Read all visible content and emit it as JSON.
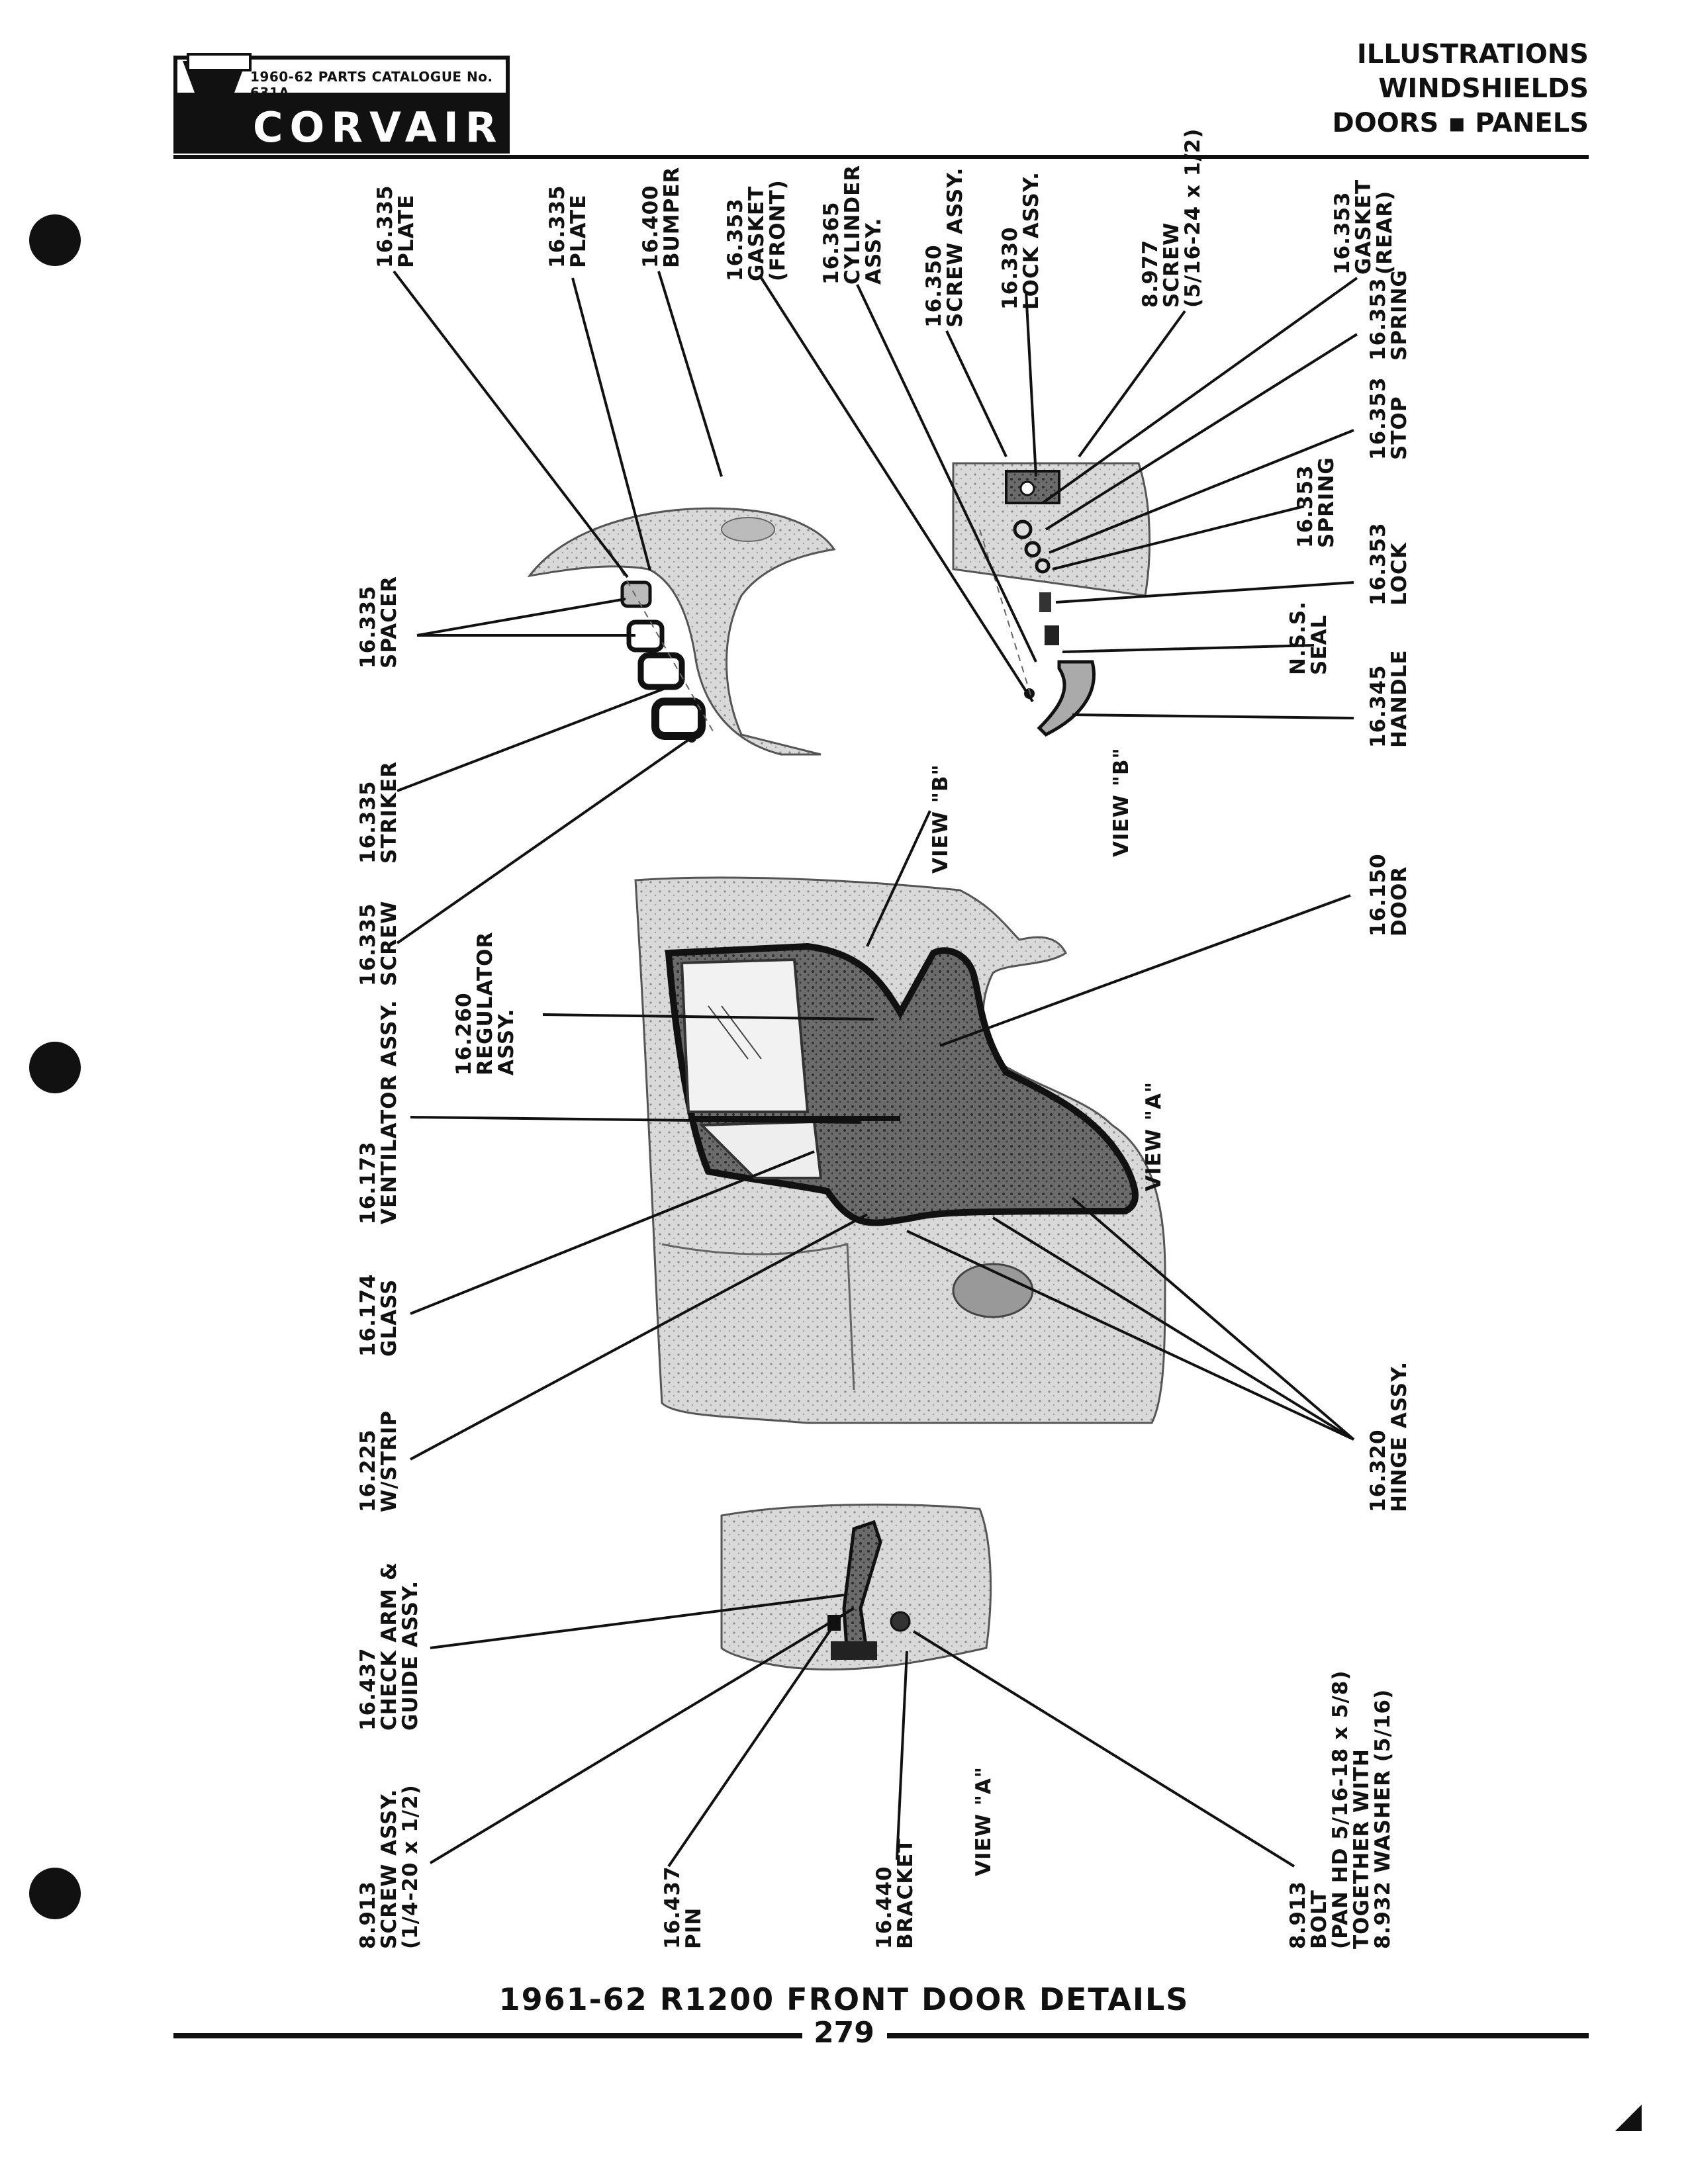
{
  "header": {
    "catalog": "1960-62 PARTS CATALOGUE No. 631A",
    "brand": "CORVAIR",
    "section_1": "ILLUSTRATIONS",
    "section_2": "WINDSHIELDS",
    "section_3": "DOORS ▪ PANELS"
  },
  "labels": {
    "plate_a": "16.335\nPLATE",
    "plate_b": "16.335\nPLATE",
    "bumper": "16.400\nBUMPER",
    "gasket_front": "16.353\nGASKET\n(FRONT)",
    "cylinder": "16.365\nCYLINDER\nASSY.",
    "screw_assy": "16.350\nSCREW ASSY.",
    "lock_assy": "16.330\nLOCK ASSY.",
    "screw_8977": "8.977\nSCREW\n(5/16-24 x 1/2)",
    "gasket_rear": "16.353\nGASKET\n(REAR)",
    "spring_a": "16.353\nSPRING",
    "stop": "16.353\nSTOP",
    "spring_b": "16.353\nSPRING",
    "lock": "16.353\nLOCK",
    "seal": "N.S.S.\nSEAL",
    "handle": "16.345\nHANDLE",
    "spacer": "16.335\nSPACER",
    "striker": "16.335\nSTRIKER",
    "screw_16335": "16.335\nSCREW",
    "regulator": "16.260\nREGULATOR\nASSY.",
    "ventilator": "16.173\nVENTILATOR ASSY.",
    "glass": "16.174\nGLASS",
    "wstrip": "16.225\nW/STRIP",
    "door": "16.150\nDOOR",
    "hinge": "16.320\nHINGE ASSY.",
    "view_b_1": "VIEW \"B\"",
    "view_b_2": "VIEW \"B\"",
    "view_a_1": "VIEW \"A\"",
    "view_a_2": "VIEW \"A\"",
    "check_arm": "16.437\nCHECK ARM &\nGUIDE ASSY.",
    "screw_8913": "8.913\nSCREW ASSY.\n(1/4-20 x 1/2)",
    "pin": "16.437\nPIN",
    "bracket": "16.440\nBRACKET",
    "bolt": "8.913\nBOLT\n(PAN HD 5/16-18 x 5/8)\nTOGETHER WITH\n8.932 WASHER (5/16)"
  },
  "caption": "1961-62 R1200 FRONT DOOR DETAILS",
  "page_number": "279"
}
